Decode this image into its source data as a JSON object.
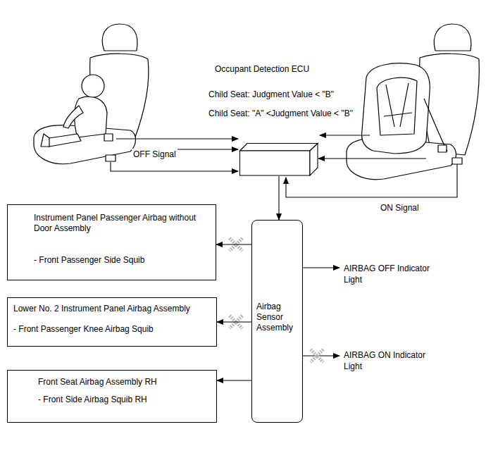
{
  "diagram": {
    "nodes": [
      {
        "text": [
          "Occupant Detection ECU"
        ]
      },
      {
        "text": [
          "Instrument Panel Passenger Airbag without Door Assembly",
          "- Front Passenger Side Squib"
        ]
      },
      {
        "text": [
          "Airbag Sensor Assembly"
        ]
      },
      {
        "text": [
          "Lower No. 2 Instrument Panel Airbag Assembly",
          "- Front Passenger Knee Airbag Squib"
        ]
      },
      {
        "text": [
          "Front Seat Airbag Assembly RH",
          "- Front Side Airbag Squib RH"
        ]
      }
    ],
    "edges": [
      {
        "from": 0,
        "to": 2,
        "arrow": "to"
      },
      {
        "from": 2,
        "to": 1,
        "arrow": "to"
      },
      {
        "from": 2,
        "to": 3,
        "arrow": "to"
      },
      {
        "from": 2,
        "to": 4,
        "arrow": "to"
      }
    ],
    "labels": [
      "Child Seat: Judgment Value < \"B\"",
      "Child Seat: \"A\" <Judgment Value < \"B\"",
      "OFF Signal",
      "ON Signal",
      "AIRBAG OFF Indicator Light",
      "AIRBAG ON Indicator Light"
    ]
  }
}
